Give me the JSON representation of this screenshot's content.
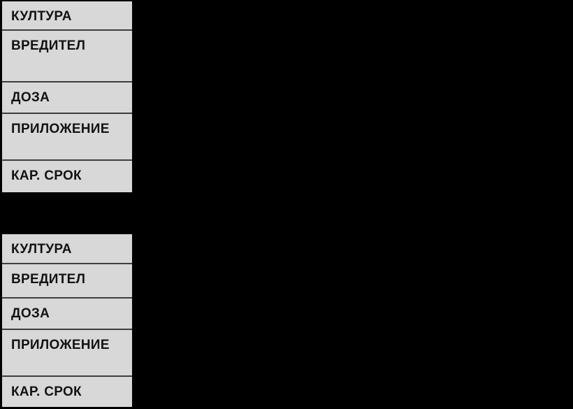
{
  "canvas": {
    "background": "#000000"
  },
  "colors": {
    "cell_background": "#d8d8d8",
    "cell_border": "#3e3e3e",
    "label_text": "#131313"
  },
  "blocks": [
    {
      "id": "top-label-column",
      "rows": [
        {
          "label": "КУЛТУРА"
        },
        {
          "label": "ВРЕДИТЕЛ"
        },
        {
          "label": "ДОЗА"
        },
        {
          "label": "ПРИЛОЖЕНИЕ"
        },
        {
          "label": "КАР. СРОК"
        }
      ]
    },
    {
      "id": "bottom-label-column",
      "rows": [
        {
          "label": "КУЛТУРА"
        },
        {
          "label": "ВРЕДИТЕЛ"
        },
        {
          "label": "ДОЗА"
        },
        {
          "label": "ПРИЛОЖЕНИЕ"
        },
        {
          "label": "КАР. СРОК"
        }
      ]
    }
  ]
}
